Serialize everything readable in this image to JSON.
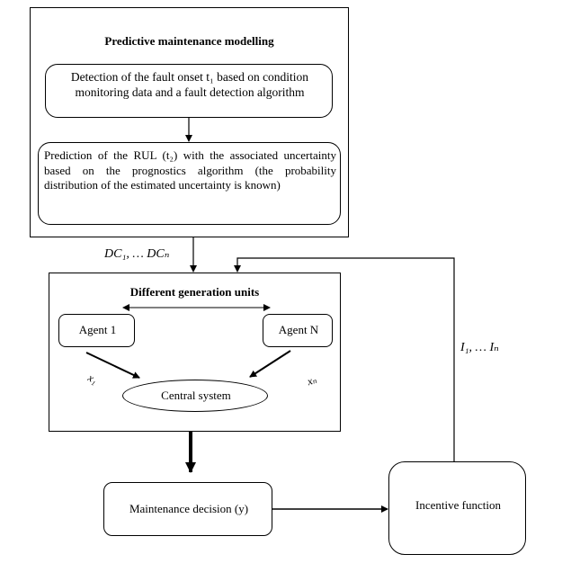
{
  "predictive": {
    "title": "Predictive maintenance modelling",
    "fault_detection": "Detection of the fault onset t₁ based on condition monitoring data and a fault detection algorithm",
    "rul_prediction": "Prediction of the RUL (t₂) with the associated uncertainty based on the prognostics algorithm (the probability distribution of the estimated uncertainty is known)"
  },
  "labels": {
    "dc": "DC₁, … DCₙ",
    "incentives": "I₁, … Iₙ",
    "x1": "x₁",
    "xn": "xₙ"
  },
  "generation": {
    "title": "Different generation units",
    "agent1": "Agent 1",
    "agentN": "Agent N",
    "central": "Central system"
  },
  "maintenance_decision": "Maintenance decision (y)",
  "incentive_function": "Incentive function"
}
